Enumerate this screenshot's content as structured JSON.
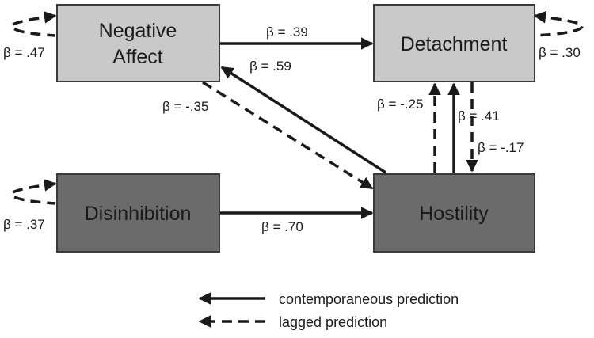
{
  "nodes": {
    "negative_affect": {
      "line1": "Negative",
      "line2": "Affect"
    },
    "detachment": {
      "label": "Detachment"
    },
    "disinhibition": {
      "label": "Disinhibition"
    },
    "hostility": {
      "label": "Hostility"
    }
  },
  "paths": {
    "na_to_det": "β = .39",
    "hos_to_na": "β = .59",
    "na_to_hos_lagged": "β = -.35",
    "dis_to_hos": "β = .70",
    "hos_to_det_lagged": "β = -.25",
    "hos_to_det": "β = .41",
    "det_to_hos_lagged": "β = -.17",
    "na_self": "β = .47",
    "det_self": "β = .30",
    "dis_self": "β = .37"
  },
  "legend": {
    "solid": "contemporaneous prediction",
    "dashed": "lagged prediction"
  }
}
